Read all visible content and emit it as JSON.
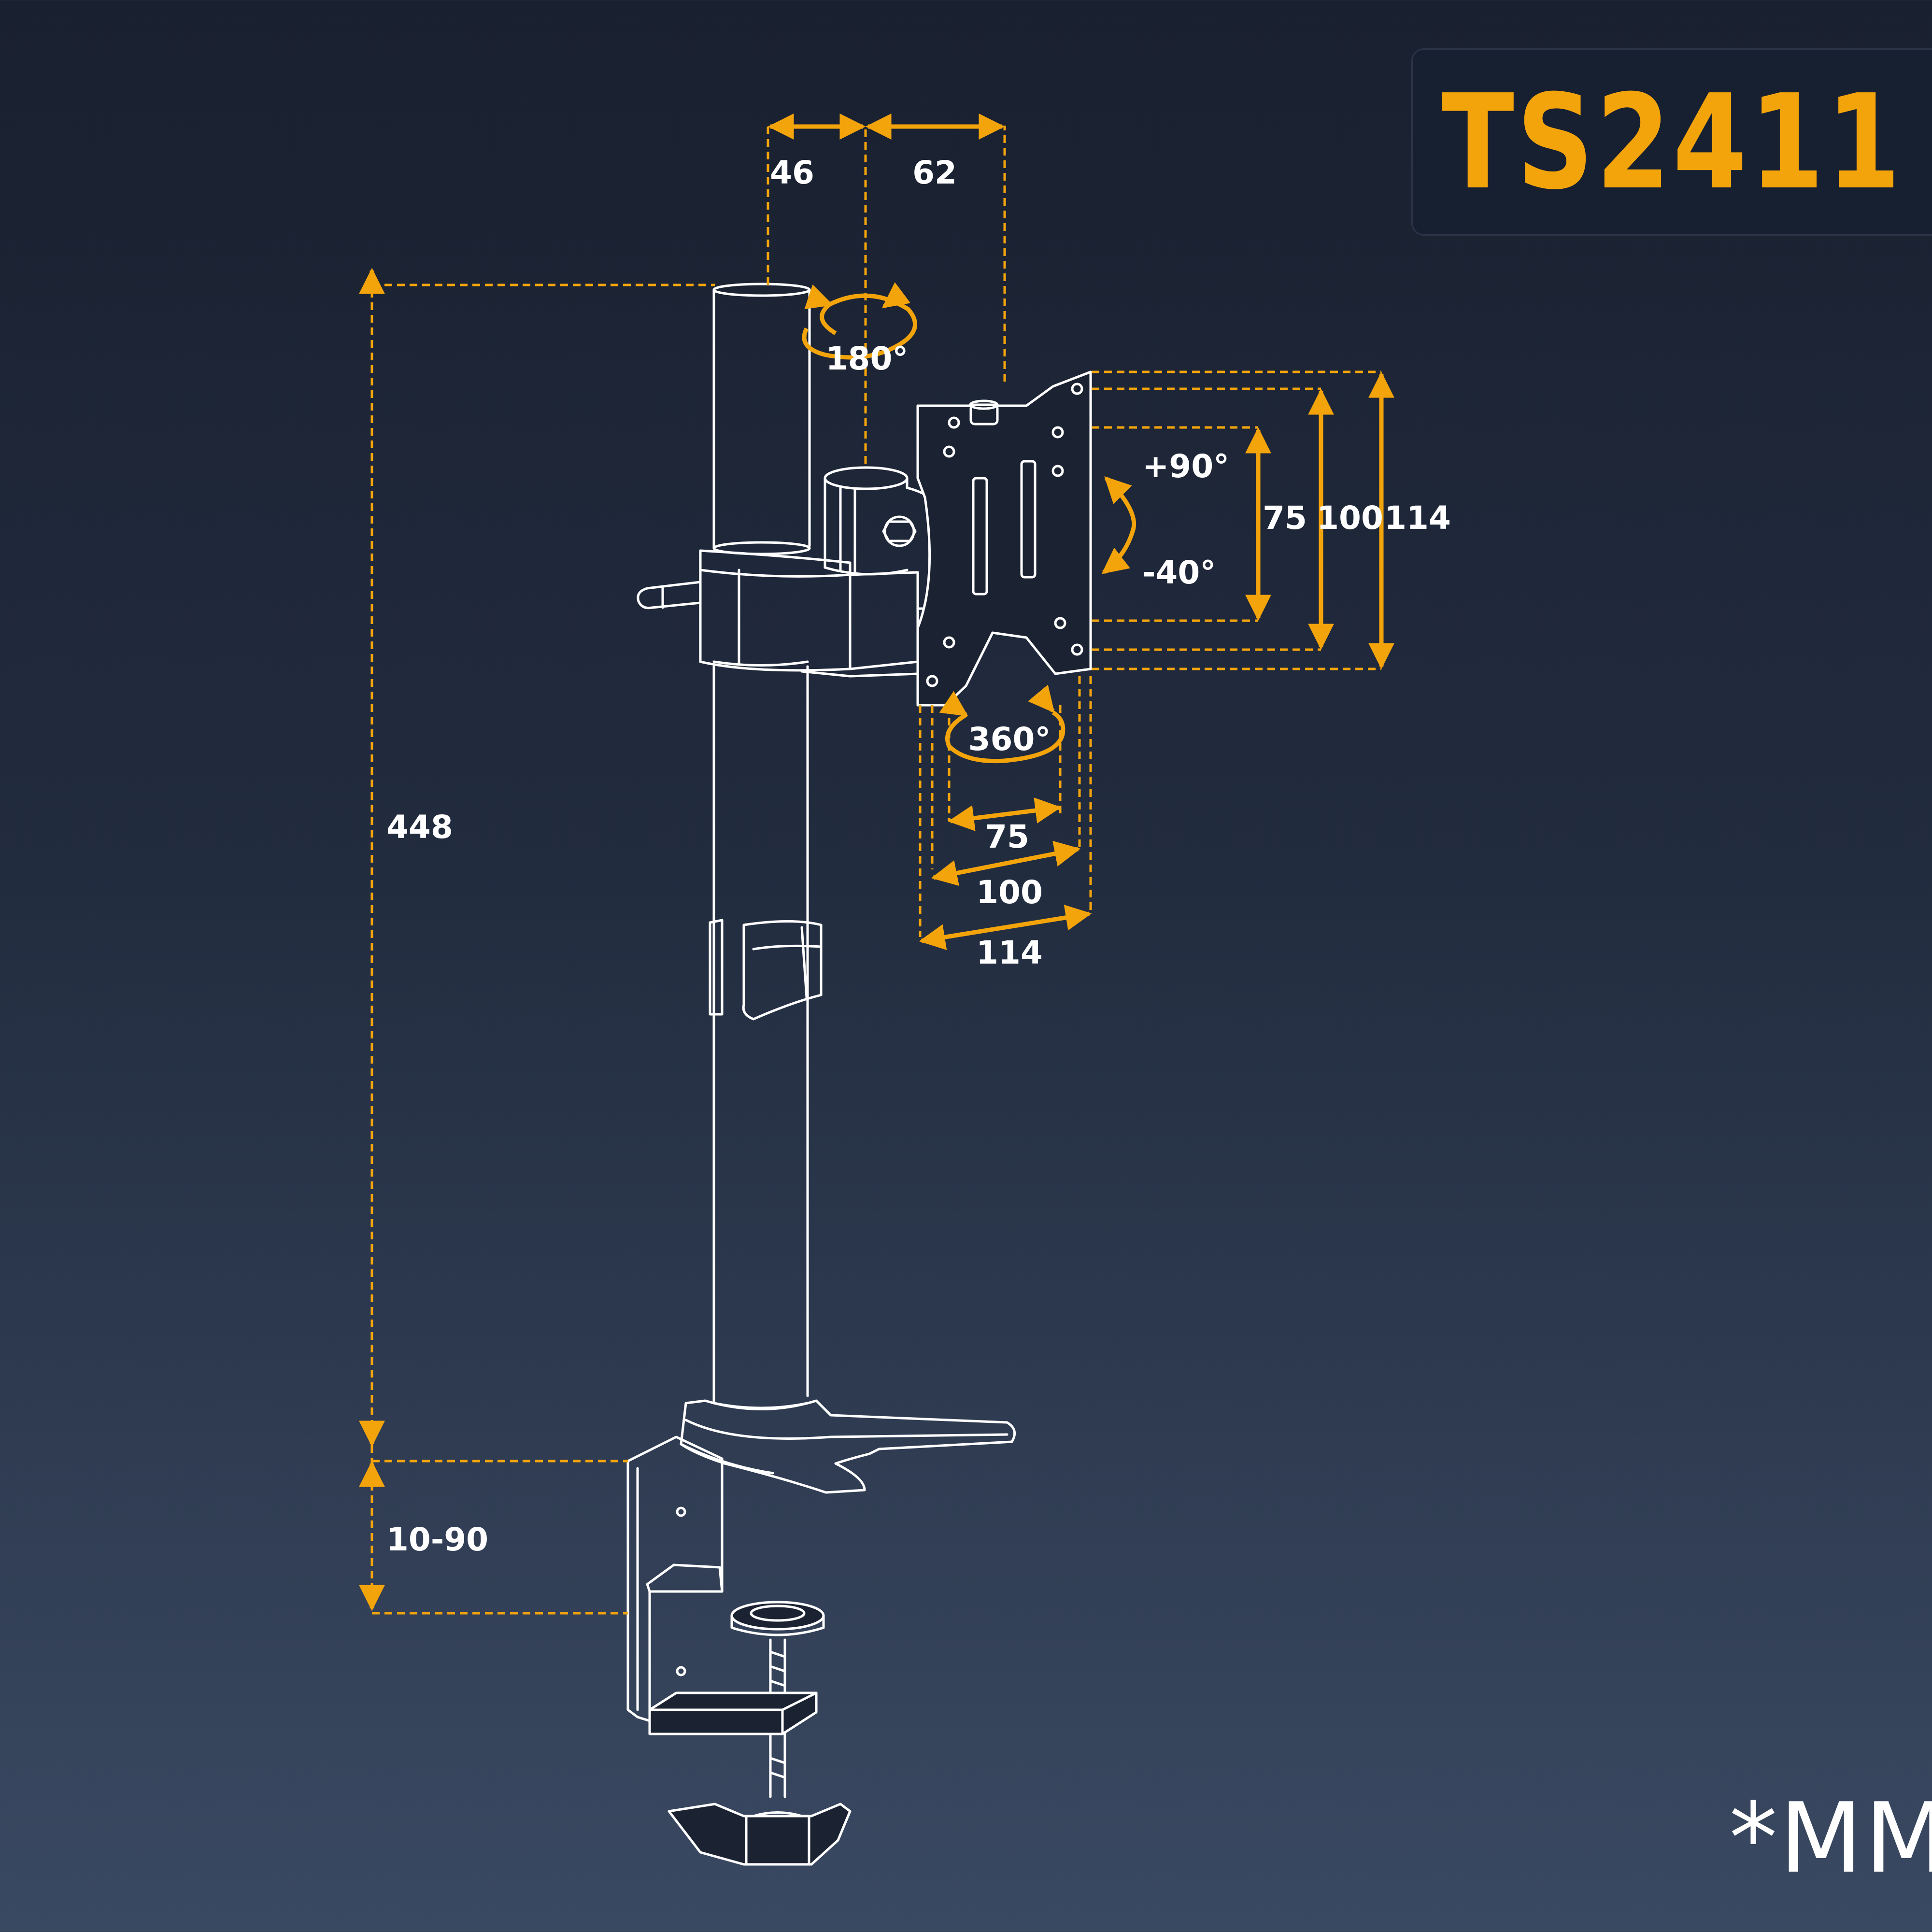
{
  "title": "TS2411",
  "unit_note": "*MM",
  "dimensions": {
    "arm_offset_a": "46",
    "arm_offset_b": "62",
    "pole_height": "448",
    "clamp_range": "10-90",
    "vesa_h_75": "75",
    "vesa_h_100": "100",
    "plate_h_114": "114",
    "vesa_w_75": "75",
    "vesa_w_100": "100",
    "plate_w_114": "114"
  },
  "rotations": {
    "arm_swivel": "180°",
    "plate_rotation": "360°",
    "tilt_up": "+90°",
    "tilt_down": "-40°"
  },
  "colors": {
    "accent": "#f4a40b",
    "line": "#ffffff",
    "background_top": "#19202f",
    "background_bottom": "#3a4962"
  }
}
